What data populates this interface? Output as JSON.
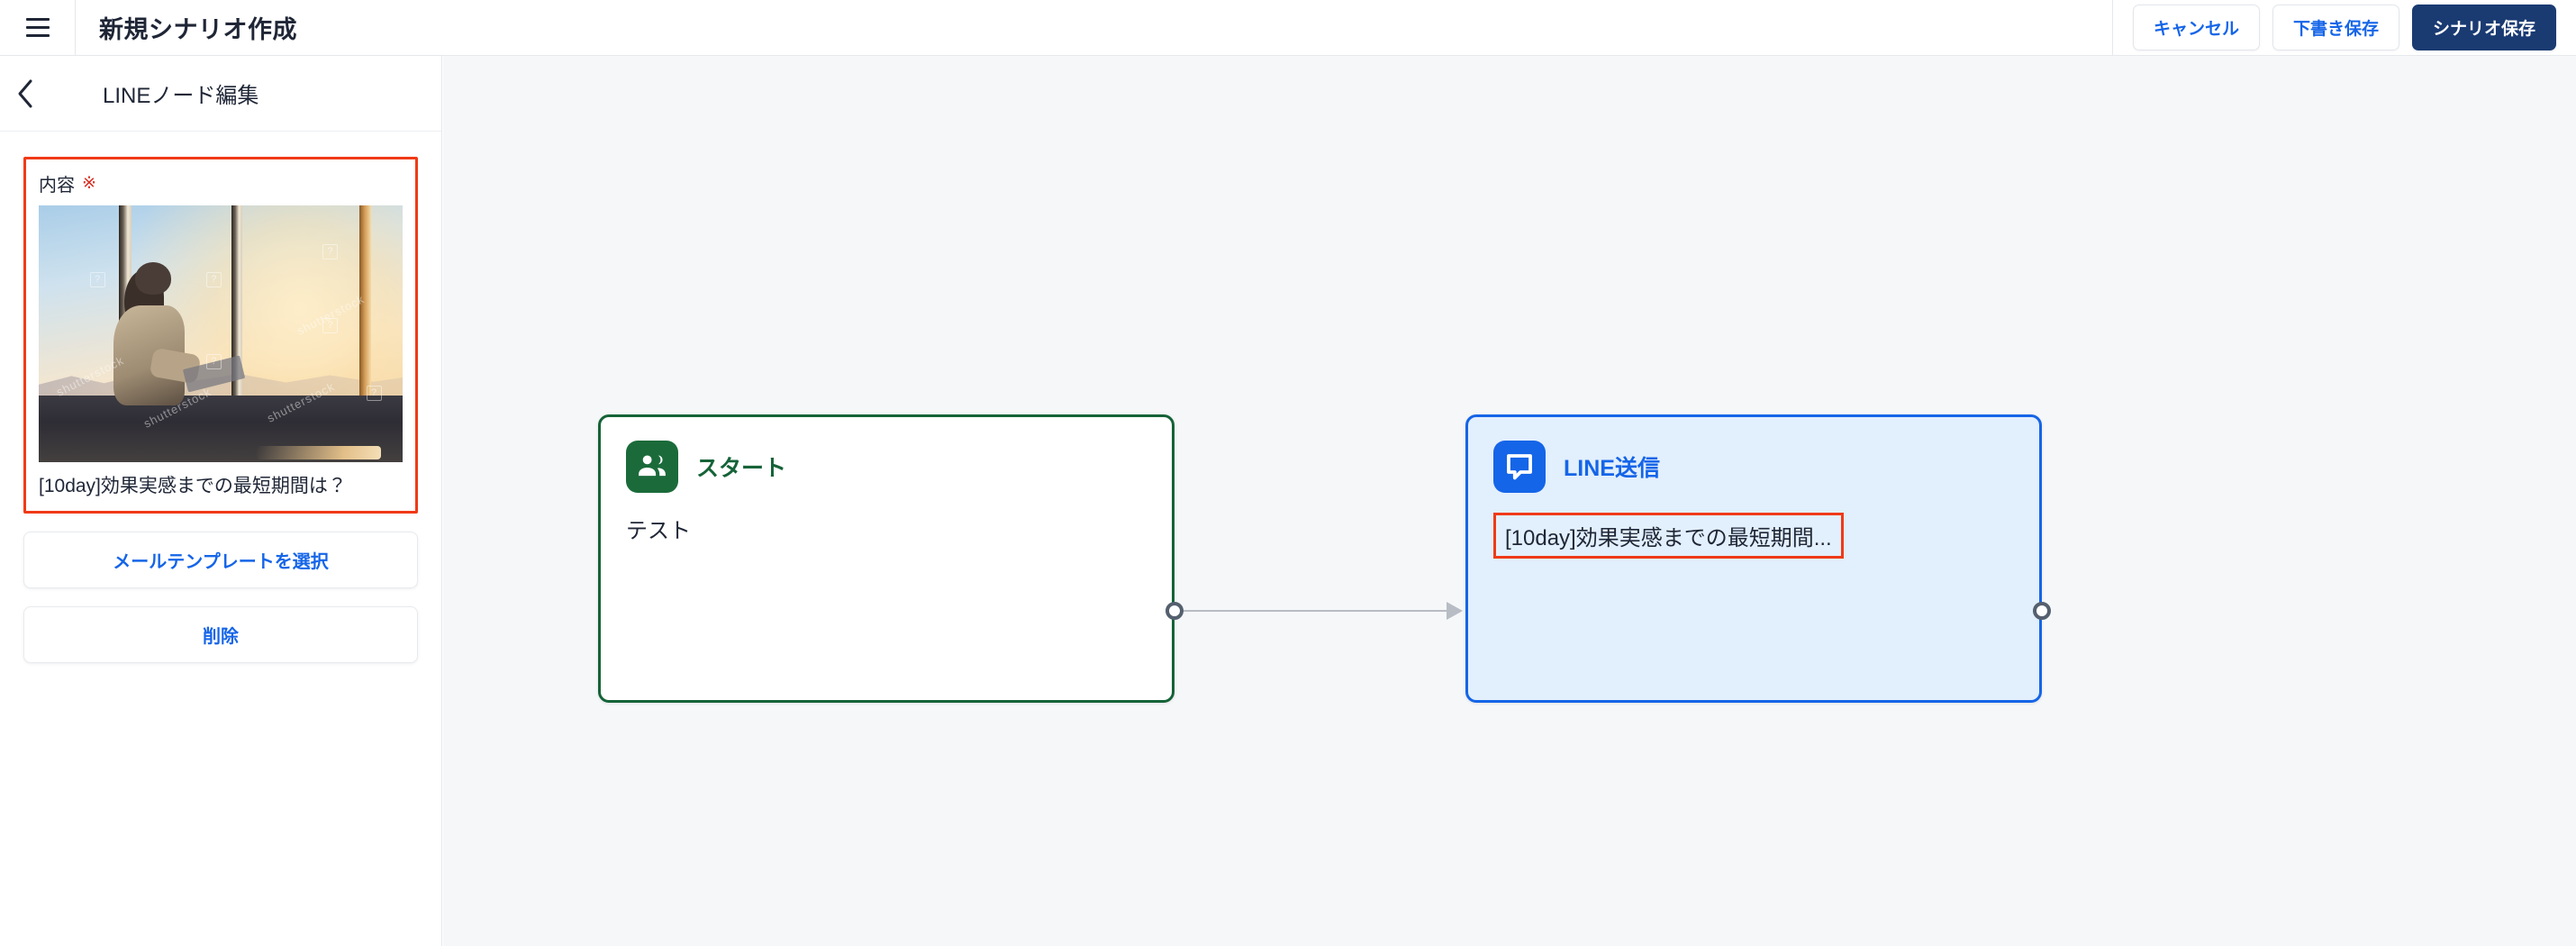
{
  "topbar": {
    "menu_icon": "hamburger-menu-icon",
    "title": "新規シナリオ作成",
    "buttons": {
      "cancel": "キャンセル",
      "save_draft": "下書き保存",
      "save_scenario": "シナリオ保存"
    }
  },
  "sidebar": {
    "back_icon": "chevron-left-icon",
    "title": "LINEノード編集",
    "content_field": {
      "label": "内容",
      "required_mark": "※",
      "caption": "[10day]効果実感までの最短期間は？",
      "thumbnail_watermark": "shutterstock"
    },
    "buttons": {
      "select_mail_template": "メールテンプレートを選択",
      "delete": "削除"
    }
  },
  "canvas": {
    "nodes": [
      {
        "id": "start",
        "icon": "people-group-icon",
        "title": "スタート",
        "body": "テスト"
      },
      {
        "id": "line-send",
        "icon": "speech-bubble-icon",
        "title": "LINE送信",
        "body": "[10day]効果実感までの最短期間..."
      }
    ],
    "edge": {
      "from": "start",
      "to": "line-send",
      "arrow_icon": "arrow-right-icon"
    }
  },
  "colors": {
    "brand_blue": "#1565e8",
    "primary_navy": "#1a3a72",
    "start_green": "#156338",
    "error_red": "#f03a17",
    "canvas_bg": "#f6f7f9",
    "line_node_bg": "#e2effd"
  }
}
